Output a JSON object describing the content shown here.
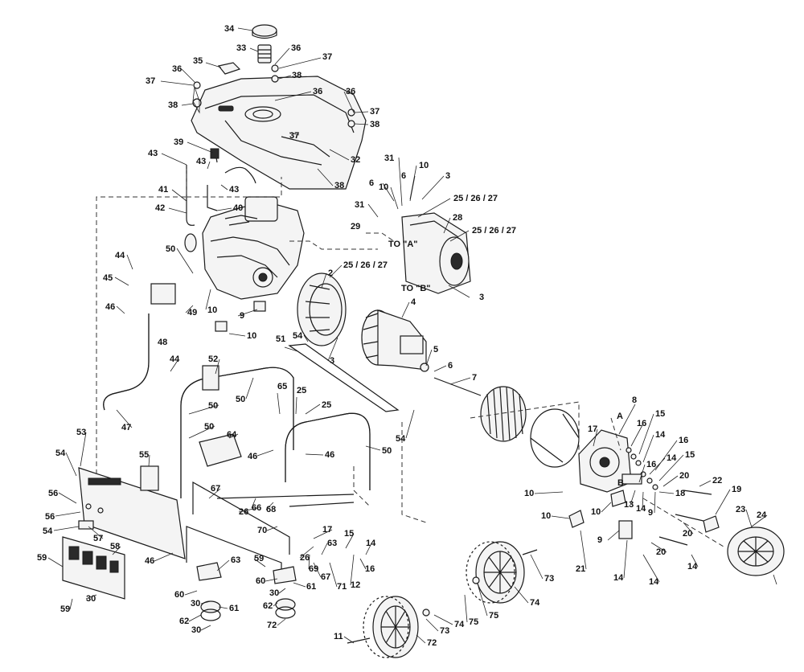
{
  "diagram": {
    "type": "exploded-parts-view",
    "reference_labels": {
      "to_a": "TO \"A\"",
      "to_b": "TO \"B\"",
      "a": "A",
      "b": "B"
    },
    "callouts": [
      "34",
      "33",
      "35",
      "36",
      "37",
      "38",
      "36",
      "37",
      "38",
      "36",
      "36",
      "37",
      "38",
      "37",
      "32",
      "38",
      "39",
      "43",
      "43",
      "43",
      "41",
      "42",
      "40",
      "31",
      "10",
      "6",
      "3",
      "6",
      "10",
      "31",
      "25 / 26 / 27",
      "28",
      "29",
      "25 / 26 / 27",
      "25 / 26 / 27",
      "3",
      "2",
      "4",
      "3",
      "5",
      "6",
      "7",
      "50",
      "44",
      "45",
      "46",
      "49",
      "48",
      "10",
      "9",
      "10",
      "51",
      "54",
      "52",
      "50",
      "44",
      "47",
      "65",
      "25",
      "25",
      "50",
      "50",
      "64",
      "53",
      "54",
      "55",
      "46",
      "46",
      "50",
      "54",
      "56",
      "56",
      "57",
      "54",
      "46",
      "67",
      "26",
      "66",
      "68",
      "70",
      "17",
      "15",
      "14",
      "16",
      "12",
      "71",
      "67",
      "69",
      "26",
      "63",
      "63",
      "59",
      "59",
      "58",
      "59",
      "30",
      "60",
      "30",
      "61",
      "62",
      "30",
      "60",
      "30",
      "61",
      "62",
      "72",
      "73",
      "74",
      "75",
      "75",
      "74",
      "73",
      "72",
      "11",
      "8",
      "17",
      "16",
      "15",
      "14",
      "16",
      "14",
      "16",
      "15",
      "20",
      "22",
      "19",
      "18",
      "13",
      "14",
      "9",
      "10",
      "10",
      "9",
      "10",
      "21",
      "14",
      "20",
      "20",
      "14",
      "14",
      "23",
      "24"
    ]
  }
}
